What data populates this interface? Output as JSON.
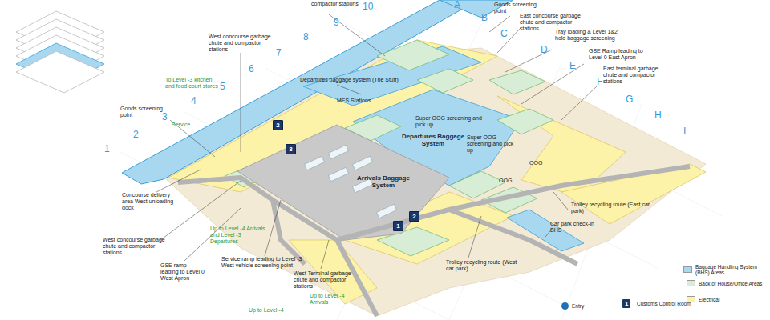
{
  "diagram": {
    "nodes": [
      {
        "text": [
          "2"
        ]
      },
      {
        "text": [
          "3"
        ]
      },
      {
        "text": [
          "1"
        ]
      },
      {
        "text": [
          "2"
        ]
      }
    ],
    "labels": [
      "compactor stations",
      "10",
      "9",
      "A",
      "Goods screening point",
      "B",
      "East concourse garbage chute and compactor stations",
      "C",
      "Tray loading & Level 1&2 hold baggage screening",
      "D",
      "GSE Ramp leading to Level 0 East Apron",
      "E",
      "East terminal garbage chute and compactor stations",
      "F",
      "G",
      "H",
      "I",
      "8",
      "7",
      "West concourse garbage chute and compactor stations",
      "6",
      "5",
      "To Level -3 kitchen and food court stores",
      "4",
      "Goods screening point",
      "3",
      "Service",
      "2",
      "1",
      "Departures baggage system (The Stuff)",
      "MES Stations",
      "Super OOG screening and pick up",
      "Departures Baggage System",
      "Super OOG screening and pick up",
      "OOG",
      "OOG",
      "Arrivals Baggage System",
      "Trolley recycling route (East car park)",
      "Car park check-in BHS",
      "Trolley recycling route (West car park)",
      "Concourse delivery area West unloading dock",
      "West concourse garbage chute and compactor stations",
      "Up to Level -4 Arrivals and Level -3 Departures",
      "GSE ramp leading to Level 0 West Apron",
      "Service ramp leading to Level -3 West vehicle screening point",
      "West Terminal garbage chute and compactor stations",
      "Up to Level -4 Arrivals",
      "Up to Level -4",
      "1"
    ],
    "legend": [
      {
        "text": "Baggage Handling System (BHS) Areas",
        "color": "#a8d8f0"
      },
      {
        "text": "Back of House/Office Areas",
        "color": "#d7edd5"
      },
      {
        "text": "Electrical",
        "color": "#fdf3a8"
      },
      {
        "text": "Entry"
      },
      {
        "text": "Customs Control Room"
      }
    ]
  }
}
